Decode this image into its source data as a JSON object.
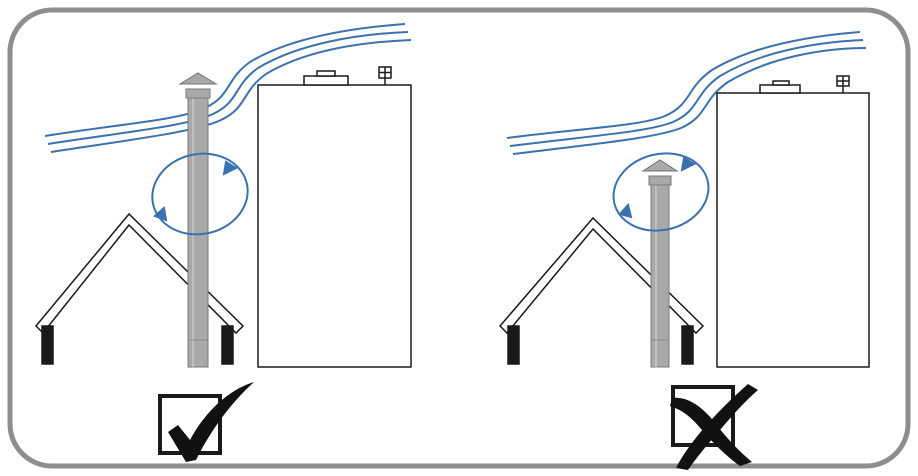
{
  "colors": {
    "frame_border": "#8e8e8e",
    "wind": "#3a72b0",
    "outline": "#1a1a1a",
    "chimney_fill": "#a9a9a9",
    "chimney_stroke": "#7a7a7a"
  },
  "panels": [
    {
      "id": "left",
      "verdict": "correct",
      "verdict_icon": "checkmark-in-box-icon"
    },
    {
      "id": "right",
      "verdict": "incorrect",
      "verdict_icon": "cross-in-box-icon"
    }
  ]
}
